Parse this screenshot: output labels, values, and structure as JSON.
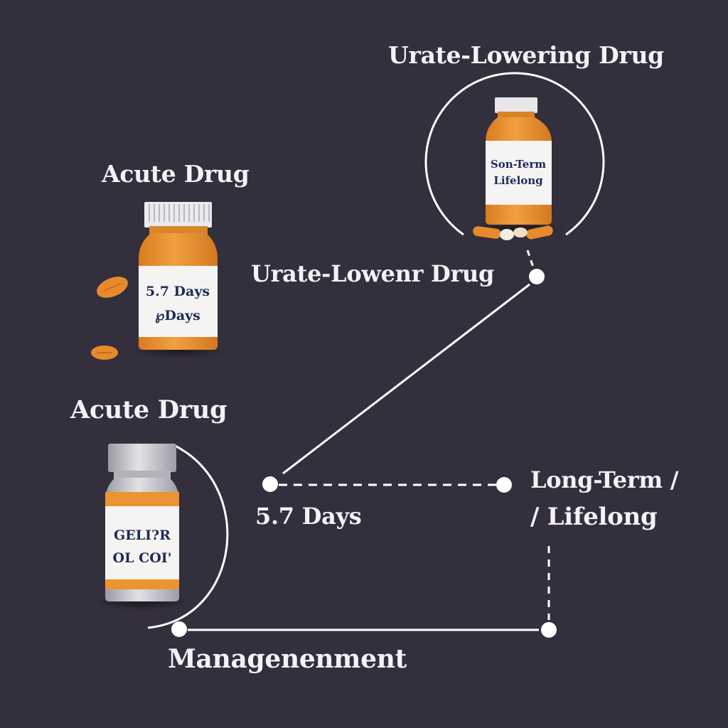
{
  "labels": {
    "top_right_heading": "Urate-Lowering Drug",
    "middle_heading": "Urate-Lowenr Drug",
    "left_heading_upper": "Acute Drug",
    "left_heading_lower": "Acute Drug",
    "timeline_days": "5.7 Days",
    "long_term_line1": "Long-Term /",
    "long_term_line2": "/ Lifelong",
    "management": "Managenenment"
  },
  "bottles": {
    "top_right": {
      "line1": "Son-Term",
      "line2": "Lifelong"
    },
    "left_upper": {
      "line1": "5.7 Days",
      "line2": "℘Days"
    },
    "left_lower": {
      "line1": "GELI?R",
      "line2": "OL COI'"
    }
  },
  "colors": {
    "background": "#342f3d",
    "bottle_orange": "#ec9332",
    "label_white": "#ffffff",
    "text_navy": "#1d2b55",
    "line_white": "#ffffff"
  }
}
